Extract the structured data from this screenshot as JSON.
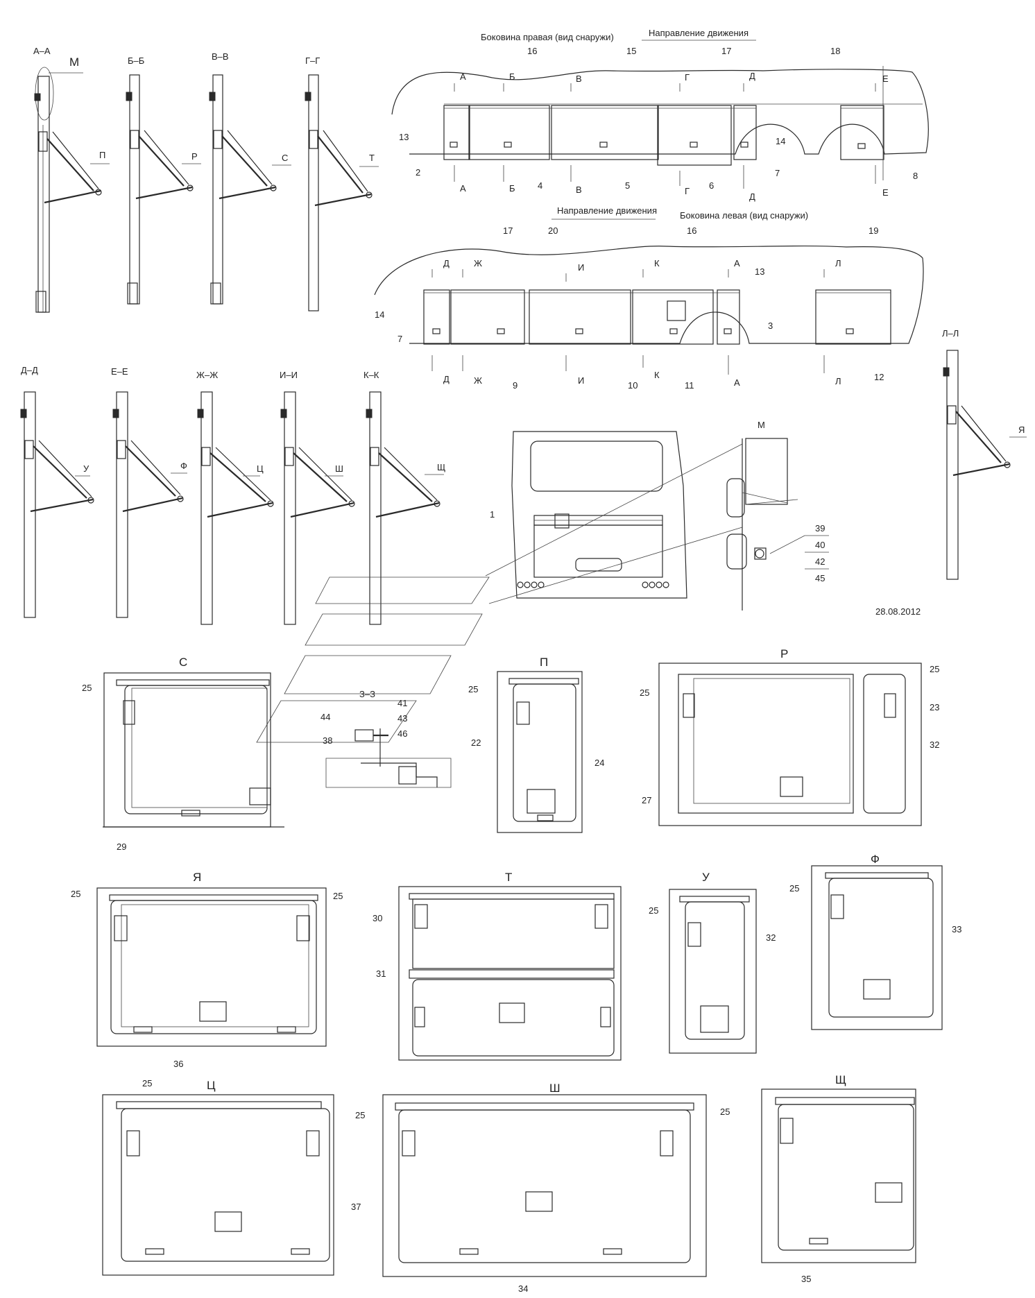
{
  "diagram": {
    "date": "28.08.2012",
    "side_right_title": "Боковина правая (вид снаружи)",
    "side_left_title": "Боковина левая (вид снаружи)",
    "direction_label": "Направление движения",
    "detail_m": "М",
    "section_zz": "З–З",
    "sections_top": [
      "А–А",
      "Б–Б",
      "В–В",
      "Г–Г"
    ],
    "sections_mid": [
      "Д–Д",
      "Е–Е",
      "Ж–Ж",
      "И–И",
      "К–К"
    ],
    "section_ll": "Л–Л",
    "arrows_top": [
      "П",
      "Р",
      "С",
      "Т"
    ],
    "arrows_mid": [
      "У",
      "Ф",
      "Ц",
      "Ш",
      "Щ"
    ],
    "arrow_ll": "Я",
    "right_side_cuts": [
      "А",
      "Б",
      "В",
      "Г",
      "Д",
      "Е"
    ],
    "left_side_cuts": [
      "Д",
      "Ж",
      "И",
      "К",
      "А",
      "Л"
    ],
    "views_row1": [
      "С",
      "П",
      "Р"
    ],
    "views_row2": [
      "Я",
      "Т",
      "У",
      "Ф"
    ],
    "views_row3": [
      "Ц",
      "Ш",
      "Щ"
    ],
    "callouts": {
      "c1": "1",
      "c2": "2",
      "c3": "3",
      "c4": "4",
      "c5": "5",
      "c6": "6",
      "c7": "7",
      "c8": "8",
      "c9": "9",
      "c10": "10",
      "c11": "11",
      "c12": "12",
      "c13": "13",
      "c14": "14",
      "c15": "15",
      "c16": "16",
      "c17": "17",
      "c18": "18",
      "c19": "19",
      "c20": "20",
      "c22": "22",
      "c23": "23",
      "c24": "24",
      "c25": "25",
      "c27": "27",
      "c29": "29",
      "c30": "30",
      "c31": "31",
      "c32": "32",
      "c33": "33",
      "c34": "34",
      "c35": "35",
      "c36": "36",
      "c37": "37",
      "c38": "38",
      "c39": "39",
      "c40": "40",
      "c41": "41",
      "c42": "42",
      "c43": "43",
      "c44": "44",
      "c45": "45",
      "c46": "46"
    }
  }
}
